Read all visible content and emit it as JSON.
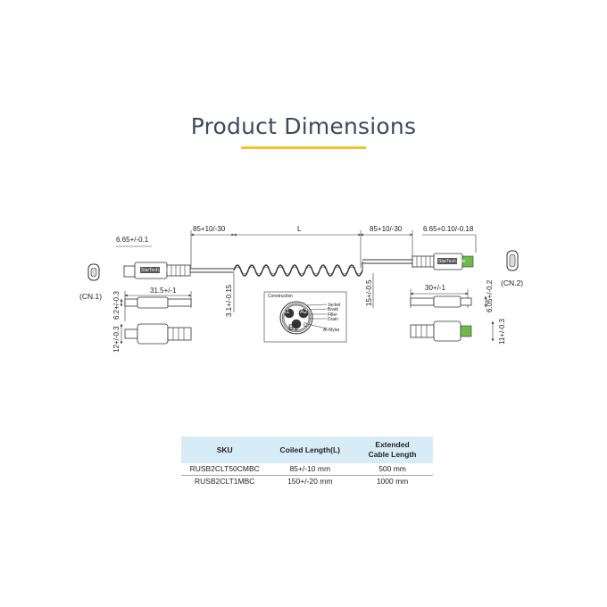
{
  "title": "Product Dimensions",
  "accent_color": "#f3c32c",
  "title_color": "#3d4a5c",
  "header_bg": "#d8ecf8",
  "dimensions": {
    "left_connector_width": "6.65+/-0.1",
    "left_strain": "85+10/-30",
    "length": "L",
    "right_strain": "85+10/-30",
    "right_connector_width": "6.65+0.10/-0.18",
    "left_head_length": "31.5+/-1",
    "left_plug_height": "6.2+/-0.3",
    "left_body_height": "12+/-0.3",
    "cable_dia_left": "3.1+/-0.15",
    "cable_dia_right": "15+/-0.5",
    "right_head_length": "30+/-1",
    "right_plug_height": "6.05+/-0.2",
    "right_body_height": "11+/-0.3"
  },
  "labels": {
    "cn1": "(CN.1)",
    "cn2": "(CN.2)",
    "brand": "StarTech.com",
    "construction": "Construction",
    "pin_a1": "A1",
    "pin_a2": "A2",
    "pin_b1": "B1",
    "pin_c": "C"
  },
  "cross_section": {
    "layers": [
      "Jacket",
      "Braid",
      "Filler",
      "Drain",
      "Al-Mylar"
    ]
  },
  "table": {
    "headers": [
      "SKU",
      "Coiled Length(L)",
      "Extended\nCable Length"
    ],
    "rows": [
      [
        "RUSB2CLT50CMBC",
        "85+/-10 mm",
        "500 mm"
      ],
      [
        "RUSB2CLT1MBC",
        "150+/-20 mm",
        "1000 mm"
      ]
    ]
  }
}
